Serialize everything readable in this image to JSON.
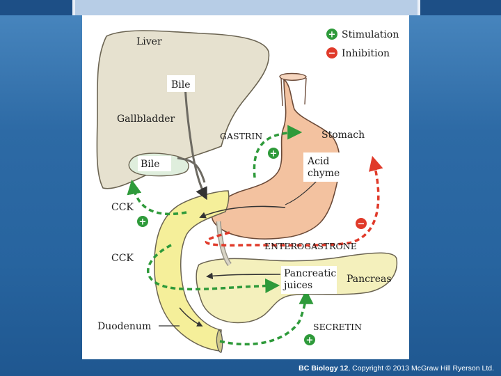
{
  "legend": {
    "stimulation_symbol": "+",
    "stimulation_label": "Stimulation",
    "inhibition_symbol": "−",
    "inhibition_label": "Inhibition"
  },
  "labels": {
    "liver": "Liver",
    "bile_top": "Bile",
    "gallbladder": "Gallbladder",
    "bile_gallbladder": "Bile",
    "gastrin": "GASTRIN",
    "stomach": "Stomach",
    "acid_chyme_line1": "Acid",
    "acid_chyme_line2": "chyme",
    "cck_upper": "CCK",
    "cck_lower": "CCK",
    "enterogastrone": "ENTEROGASTRONE",
    "pancreatic_juices_line1": "Pancreatic",
    "pancreatic_juices_line2": "juices",
    "pancreas": "Pancreas",
    "duodenum": "Duodenum",
    "secretin": "SECRETIN"
  },
  "markers": {
    "gastrin_sign": "+",
    "cck_sign": "+",
    "enterogastrone_sign": "−",
    "secretin_sign": "+"
  },
  "colors": {
    "stimulation": "#2e9a3a",
    "inhibition": "#e03a2a",
    "liver": "#e6e1cf",
    "stomach": "#f3c2a0",
    "pancreas": "#f4f0bc",
    "duodenum": "#f5ef9a"
  },
  "footer": {
    "book": "BC Biology 12",
    "copyright": ", Copyright © 2013 McGraw Hill Ryerson Ltd."
  }
}
